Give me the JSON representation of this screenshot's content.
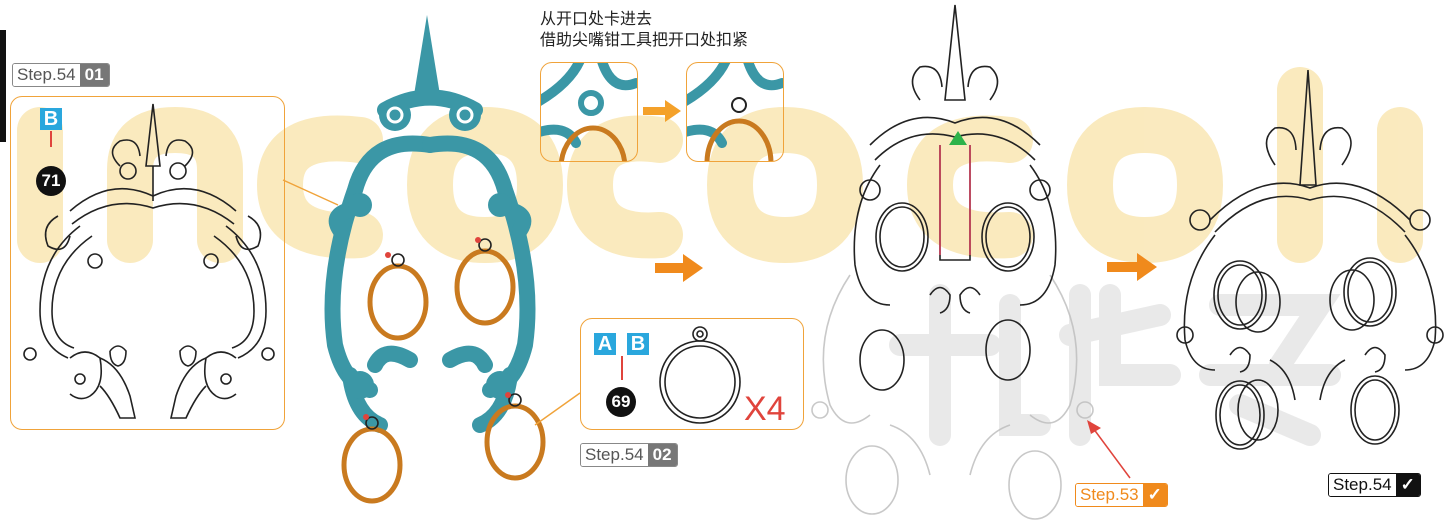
{
  "step_01": {
    "label": "Step.54",
    "number": "01"
  },
  "step_02": {
    "label": "Step.54",
    "number": "02"
  },
  "step_53": {
    "label": "Step.53",
    "check": "✓"
  },
  "step_done": {
    "label": "Step.54",
    "check": "✓"
  },
  "part_b_71": {
    "letter": "B",
    "number": "71"
  },
  "part_ab_69": {
    "letter_a": "A",
    "letter_b": "B",
    "number": "69",
    "quantity": "X4"
  },
  "instruction": {
    "line1": "从开口处卡进去",
    "line2": "借助尖嘴钳工具把开口处扣紧"
  },
  "colors": {
    "accent_orange": "#f08a1c",
    "teal": "#3b97a6",
    "ring_brown": "#c97a1f",
    "part_blue": "#2aa7dd",
    "watermark": "#f6d37a"
  }
}
